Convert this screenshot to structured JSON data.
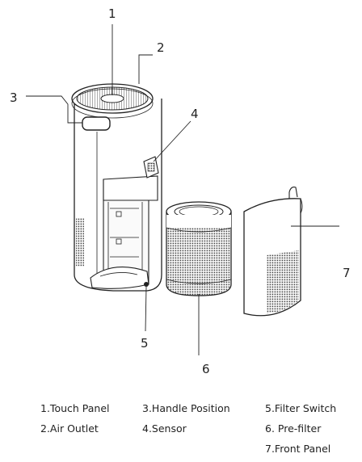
{
  "callouts": [
    {
      "number": "1"
    },
    {
      "number": "2"
    },
    {
      "number": "3"
    },
    {
      "number": "4"
    },
    {
      "number": "5"
    },
    {
      "number": "6"
    },
    {
      "number": "7"
    }
  ],
  "legend": [
    "1.Touch Panel",
    "3.Handle Position",
    "5.Filter Switch",
    "2.Air Outlet",
    "4.Sensor",
    "6. Pre-filter",
    "7.Front Panel"
  ]
}
